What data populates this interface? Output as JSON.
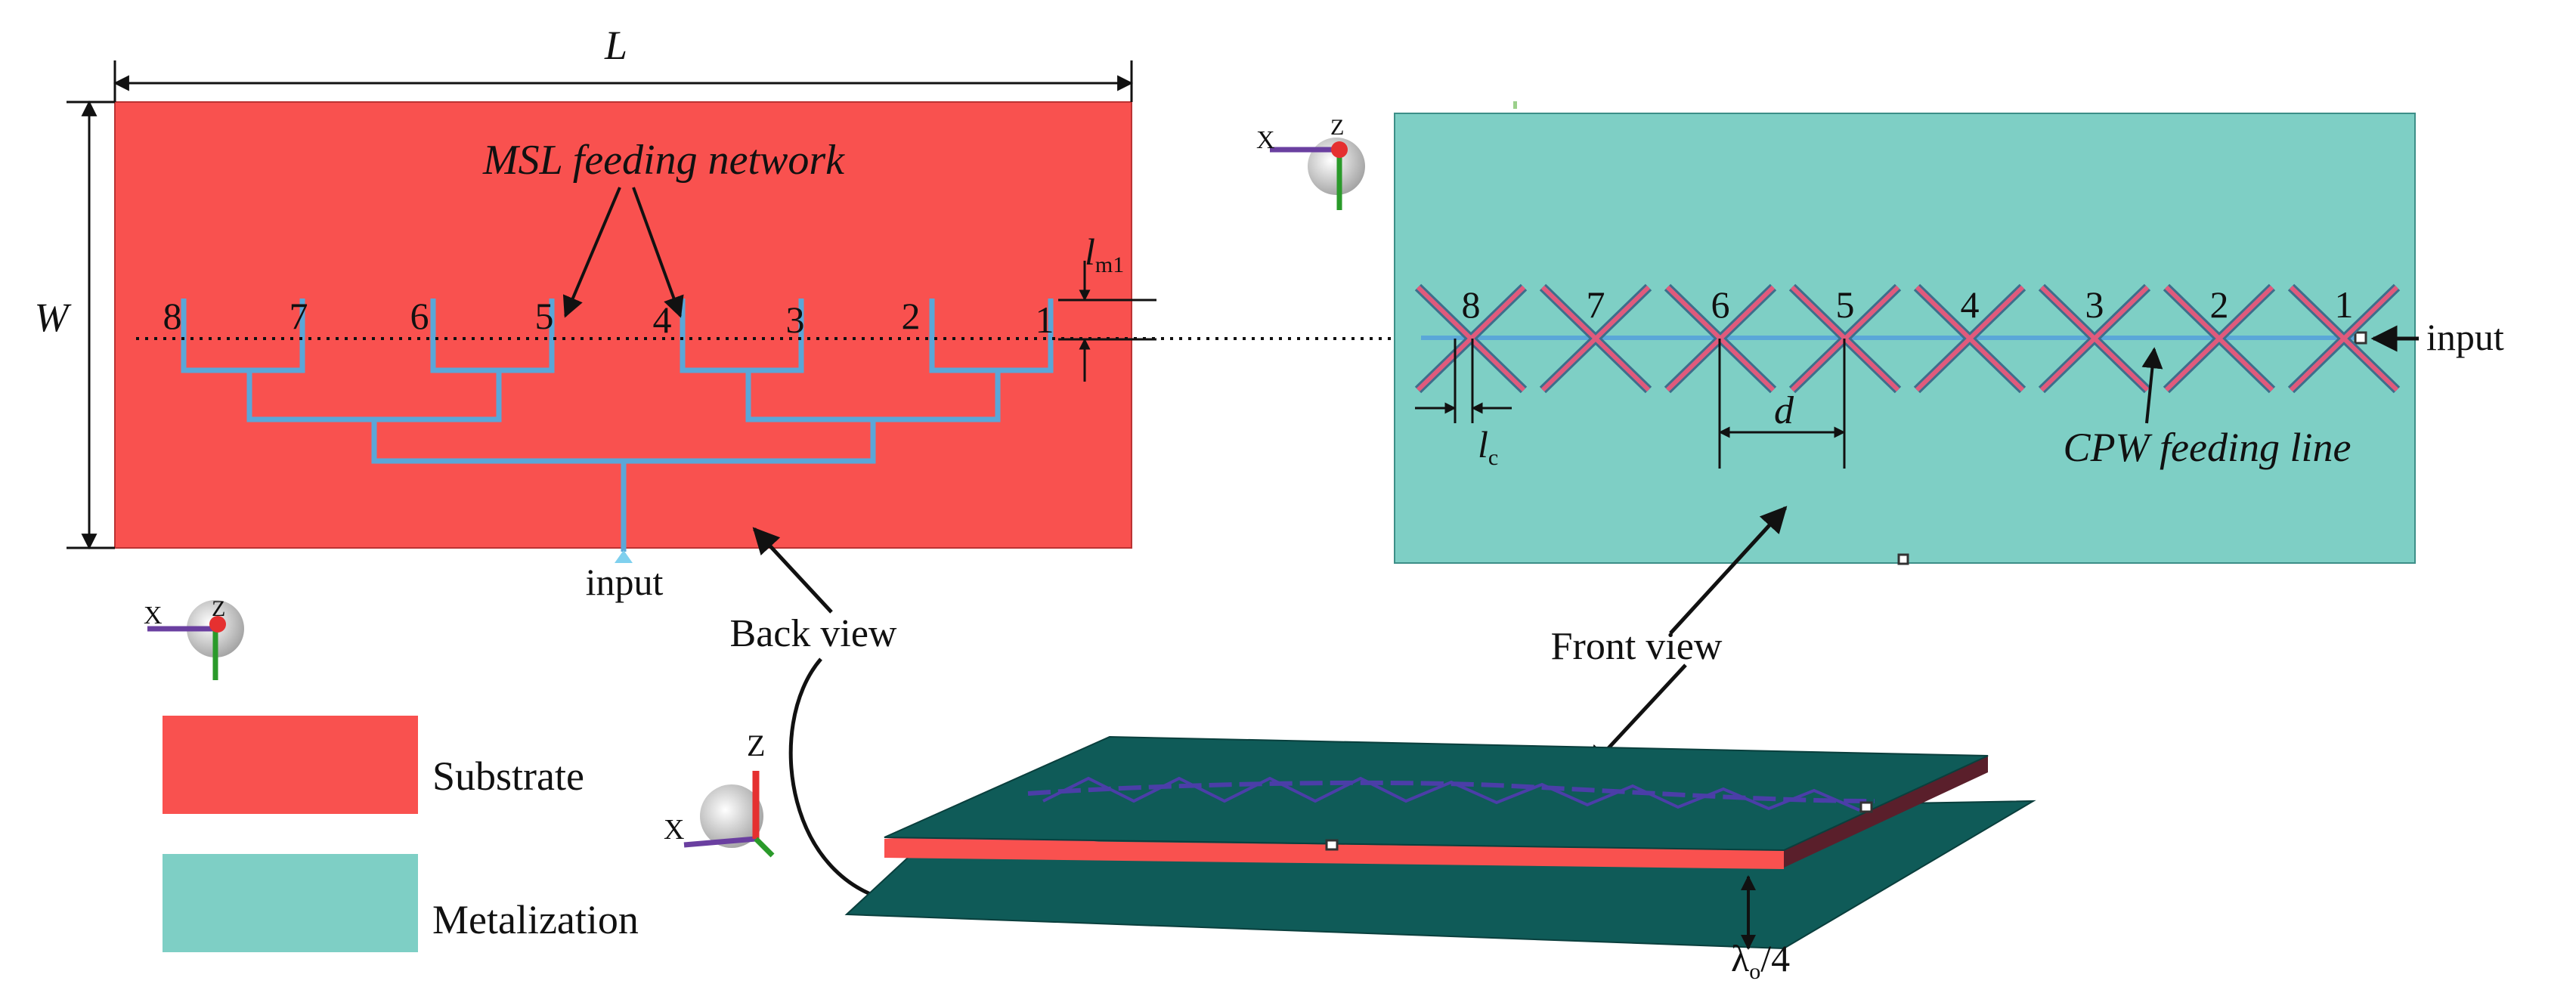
{
  "back_view": {
    "dimension_length": "L",
    "dimension_width": "W",
    "network_label": "MSL feeding network",
    "port_numbers": [
      "8",
      "7",
      "6",
      "5",
      "4",
      "3",
      "2",
      "1"
    ],
    "input_label": "input",
    "stub_label": "l",
    "stub_subscript": "m1",
    "caption": "Back view"
  },
  "front_view": {
    "element_numbers": [
      "8",
      "7",
      "6",
      "5",
      "4",
      "3",
      "2",
      "1"
    ],
    "spacing_label": "d",
    "element_label": "l",
    "element_subscript": "c",
    "feed_label": "CPW feeding line",
    "input_label": "input",
    "caption": "Front view"
  },
  "side_view": {
    "gap_label": "λ",
    "gap_subscript": "o",
    "gap_suffix": "/4"
  },
  "legend": {
    "items": [
      {
        "label": "Substrate",
        "color": "#f9514f"
      },
      {
        "label": "Metalization",
        "color": "#7ecfc5"
      }
    ]
  },
  "axis_triad": {
    "x": "X",
    "z": "Z"
  },
  "colors": {
    "substrate": "#f9514f",
    "metalization": "#7ecfc5",
    "ground_plane": "#0f5b58",
    "feed_line": "#5aa7d8",
    "dipole": "#e05a7c"
  }
}
